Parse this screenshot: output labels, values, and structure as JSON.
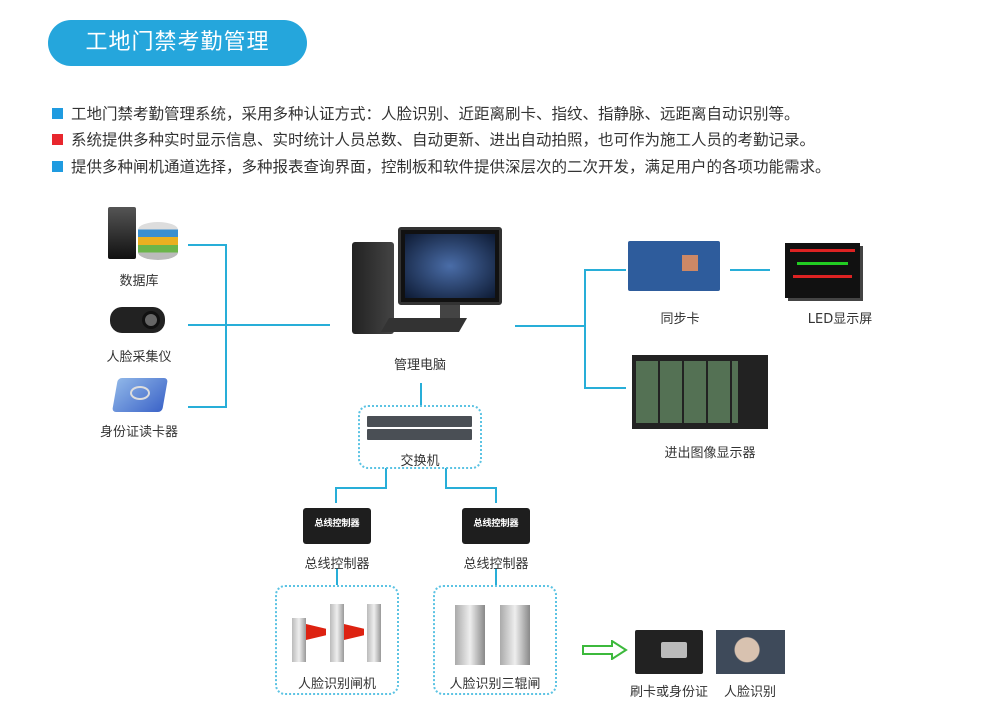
{
  "title": "工地门禁考勤管理",
  "bullets": [
    {
      "text": "工地门禁考勤管理系统，采用多种认证方式：人脸识别、近距离刷卡、指纹、指静脉、远距离自动识别等。",
      "color": "#1f9be0"
    },
    {
      "text": "系统提供多种实时显示信息、实时统计人员总数、自动更新、进出自动拍照，也可作为施工人员的考勤记录。",
      "color": "#e8262d"
    },
    {
      "text": "提供多种闸机通道选择，多种报表查询界面，控制板和软件提供深层次的二次开发，满足用户的各项功能需求。",
      "color": "#1f9be0"
    }
  ],
  "nodes": {
    "database": "数据库",
    "face_capture": "人脸采集仪",
    "id_reader": "身份证读卡器",
    "pc": "管理电脑",
    "sync_card": "同步卡",
    "led": "LED显示屏",
    "monitor": "进出图像显示器",
    "switch": "交换机",
    "controller1": "总线控制器",
    "controller2": "总线控制器",
    "controller_device_text": "总线控制器",
    "gate1": "人脸识别闸机",
    "gate2": "人脸识别三辊闸",
    "card": "刷卡或身份证",
    "face": "人脸识别"
  },
  "colors": {
    "line": "#28aed8",
    "accent": "#25a6dc",
    "arrow": "#3cb93c"
  }
}
